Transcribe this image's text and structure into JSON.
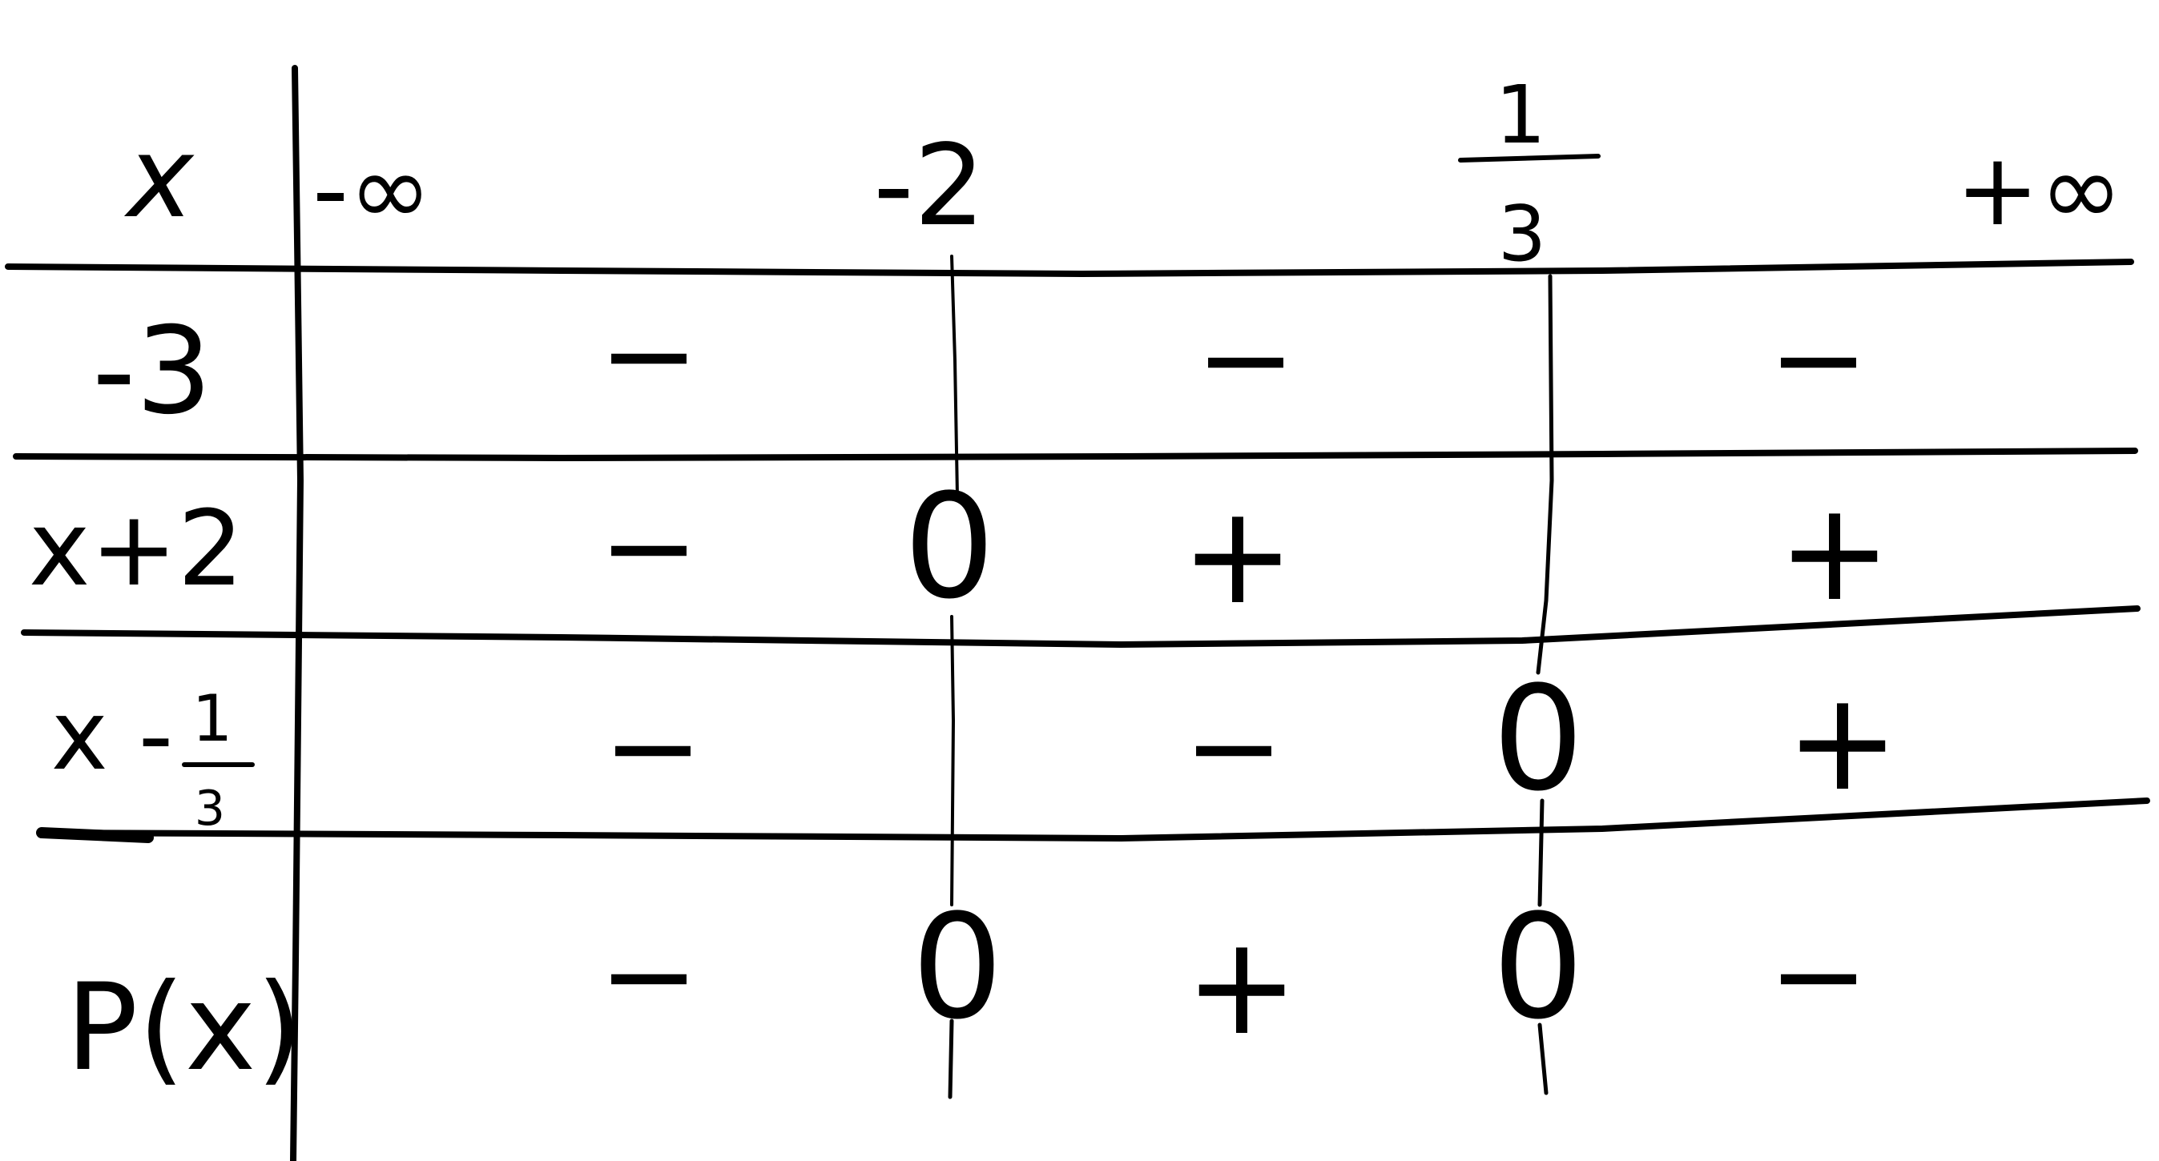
{
  "header": {
    "variable": "x",
    "bounds": [
      "-∞",
      "+∞"
    ],
    "critical_points": [
      {
        "label": "-2",
        "value": -2
      },
      {
        "numerator": "1",
        "denominator": "3",
        "value": 0.3333
      }
    ]
  },
  "rows": [
    {
      "label": "-3",
      "cells": [
        "−",
        "",
        "−",
        "",
        "−"
      ]
    },
    {
      "label": "x+2",
      "cells": [
        "−",
        "0",
        "+",
        "",
        "+"
      ]
    },
    {
      "label": {
        "prefix": "x -",
        "numerator": "1",
        "denominator": "3"
      },
      "cells": [
        "−",
        "",
        "−",
        "0",
        "+"
      ]
    },
    {
      "label": "P(x)",
      "cells": [
        "−",
        "0",
        "+",
        "0",
        "−"
      ]
    }
  ]
}
